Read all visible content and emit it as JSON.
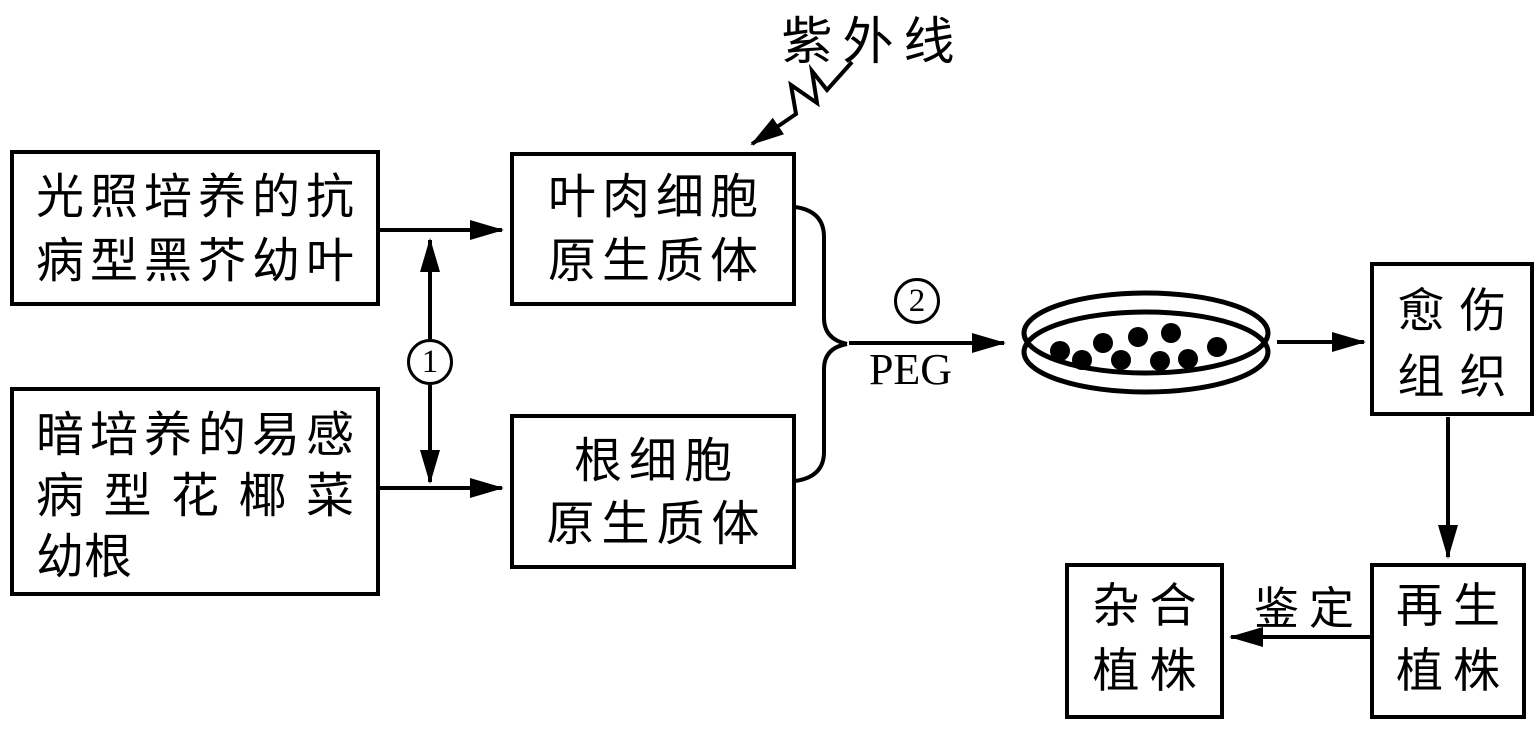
{
  "boxes": {
    "leaf_source": {
      "lines": [
        "光照培养的抗",
        "病型黑芥幼叶"
      ]
    },
    "root_source": {
      "lines": [
        "暗培养的易感",
        "病型花椰菜",
        "幼根"
      ]
    },
    "mesophyll_protoplast": {
      "lines": [
        "叶肉细胞",
        "原生质体"
      ]
    },
    "root_protoplast": {
      "lines": [
        "根细胞",
        "原生质体"
      ]
    },
    "callus": {
      "lines": [
        "愈伤",
        "组织"
      ]
    },
    "regenerated_plant": {
      "lines": [
        "再生",
        "植株"
      ]
    },
    "hybrid_plant": {
      "lines": [
        "杂合",
        "植株"
      ]
    }
  },
  "labels": {
    "uv": "紫外线",
    "step1": "1",
    "step2": "2",
    "peg": "PEG",
    "identify": "鉴定"
  },
  "petri_dish": {
    "cell_count": 9,
    "cell_radius": 10,
    "cells": [
      [
        1060,
        351
      ],
      [
        1082,
        360
      ],
      [
        1103,
        343
      ],
      [
        1121,
        360
      ],
      [
        1138,
        337
      ],
      [
        1160,
        361
      ],
      [
        1171,
        333
      ],
      [
        1188,
        359
      ],
      [
        1217,
        347
      ]
    ]
  },
  "colors": {
    "ink": "#000000",
    "background": "#ffffff"
  }
}
